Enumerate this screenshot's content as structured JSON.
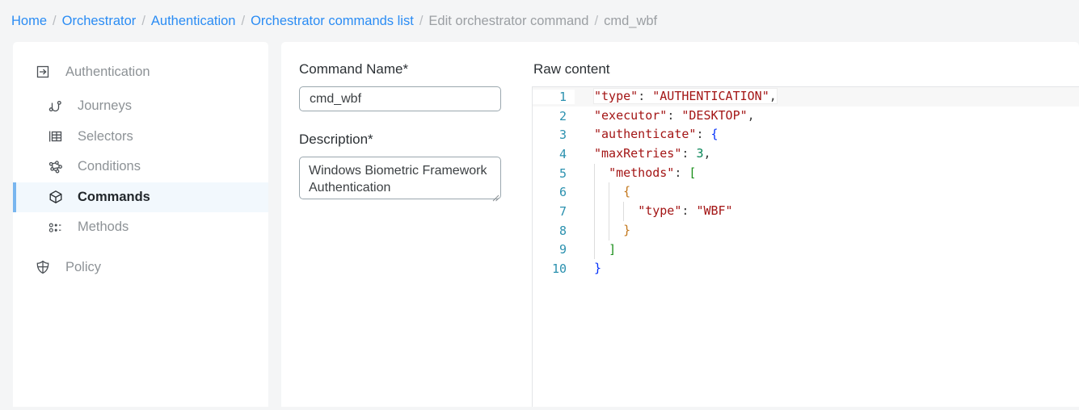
{
  "breadcrumb": [
    {
      "label": "Home",
      "type": "link"
    },
    {
      "label": "Orchestrator",
      "type": "link"
    },
    {
      "label": "Authentication",
      "type": "link"
    },
    {
      "label": "Orchestrator commands list",
      "type": "link"
    },
    {
      "label": "Edit orchestrator command",
      "type": "muted"
    },
    {
      "label": "cmd_wbf",
      "type": "muted"
    }
  ],
  "breadcrumb_separator": "/",
  "sidebar": {
    "header": {
      "label": "Authentication",
      "icon": "login-arrow-icon"
    },
    "items": [
      {
        "label": "Journeys",
        "icon": "journeys-icon",
        "active": false
      },
      {
        "label": "Selectors",
        "icon": "selectors-icon",
        "active": false
      },
      {
        "label": "Conditions",
        "icon": "conditions-icon",
        "active": false
      },
      {
        "label": "Commands",
        "icon": "commands-icon",
        "active": true
      },
      {
        "label": "Methods",
        "icon": "methods-icon",
        "active": false
      }
    ],
    "footer": {
      "label": "Policy",
      "icon": "shield-icon"
    }
  },
  "form": {
    "command_name": {
      "label": "Command Name*",
      "value": "cmd_wbf",
      "placeholder": ""
    },
    "description": {
      "label": "Description*",
      "value": "Windows Biometric Framework Authentication",
      "placeholder": ""
    }
  },
  "editor": {
    "title": "Raw content",
    "current_line": 1,
    "lines": [
      {
        "number": "1",
        "guides": 0,
        "tokens": [
          {
            "t": "\"type\"",
            "c": "key"
          },
          {
            "t": ": ",
            "c": "punct"
          },
          {
            "t": "\"AUTHENTICATION\"",
            "c": "str"
          },
          {
            "t": ",",
            "c": "punct"
          }
        ]
      },
      {
        "number": "2",
        "guides": 0,
        "tokens": [
          {
            "t": "\"executor\"",
            "c": "key"
          },
          {
            "t": ": ",
            "c": "punct"
          },
          {
            "t": "\"DESKTOP\"",
            "c": "str"
          },
          {
            "t": ",",
            "c": "punct"
          }
        ]
      },
      {
        "number": "3",
        "guides": 0,
        "tokens": [
          {
            "t": "\"authenticate\"",
            "c": "key"
          },
          {
            "t": ": ",
            "c": "punct"
          },
          {
            "t": "{",
            "c": "br-blue"
          }
        ]
      },
      {
        "number": "4",
        "guides": 0,
        "tokens": [
          {
            "t": "\"maxRetries\"",
            "c": "key"
          },
          {
            "t": ": ",
            "c": "punct"
          },
          {
            "t": "3",
            "c": "num"
          },
          {
            "t": ",",
            "c": "punct"
          }
        ]
      },
      {
        "number": "5",
        "guides": 1,
        "tokens": [
          {
            "t": "  ",
            "c": "punct"
          },
          {
            "t": "\"methods\"",
            "c": "key"
          },
          {
            "t": ": ",
            "c": "punct"
          },
          {
            "t": "[",
            "c": "br-green"
          }
        ]
      },
      {
        "number": "6",
        "guides": 2,
        "tokens": [
          {
            "t": "    ",
            "c": "punct"
          },
          {
            "t": "{",
            "c": "br-orange"
          }
        ]
      },
      {
        "number": "7",
        "guides": 3,
        "tokens": [
          {
            "t": "      ",
            "c": "punct"
          },
          {
            "t": "\"type\"",
            "c": "key"
          },
          {
            "t": ": ",
            "c": "punct"
          },
          {
            "t": "\"WBF\"",
            "c": "str"
          }
        ]
      },
      {
        "number": "8",
        "guides": 2,
        "tokens": [
          {
            "t": "    ",
            "c": "punct"
          },
          {
            "t": "}",
            "c": "br-orange"
          }
        ]
      },
      {
        "number": "9",
        "guides": 1,
        "tokens": [
          {
            "t": "  ",
            "c": "punct"
          },
          {
            "t": "]",
            "c": "br-green"
          }
        ]
      },
      {
        "number": "10",
        "guides": 0,
        "tokens": [
          {
            "t": "}",
            "c": "br-blue"
          }
        ]
      }
    ]
  },
  "colors": {
    "page_background": "#f4f5f6",
    "card_background": "#ffffff",
    "link": "#2a8cf4",
    "muted_text": "#9b9fa3",
    "active_nav_background": "#f2f8fd",
    "active_nav_bar": "#79b6ef",
    "code_string": "#a31515",
    "code_number": "#098658",
    "code_linenumber": "#2b91af"
  }
}
